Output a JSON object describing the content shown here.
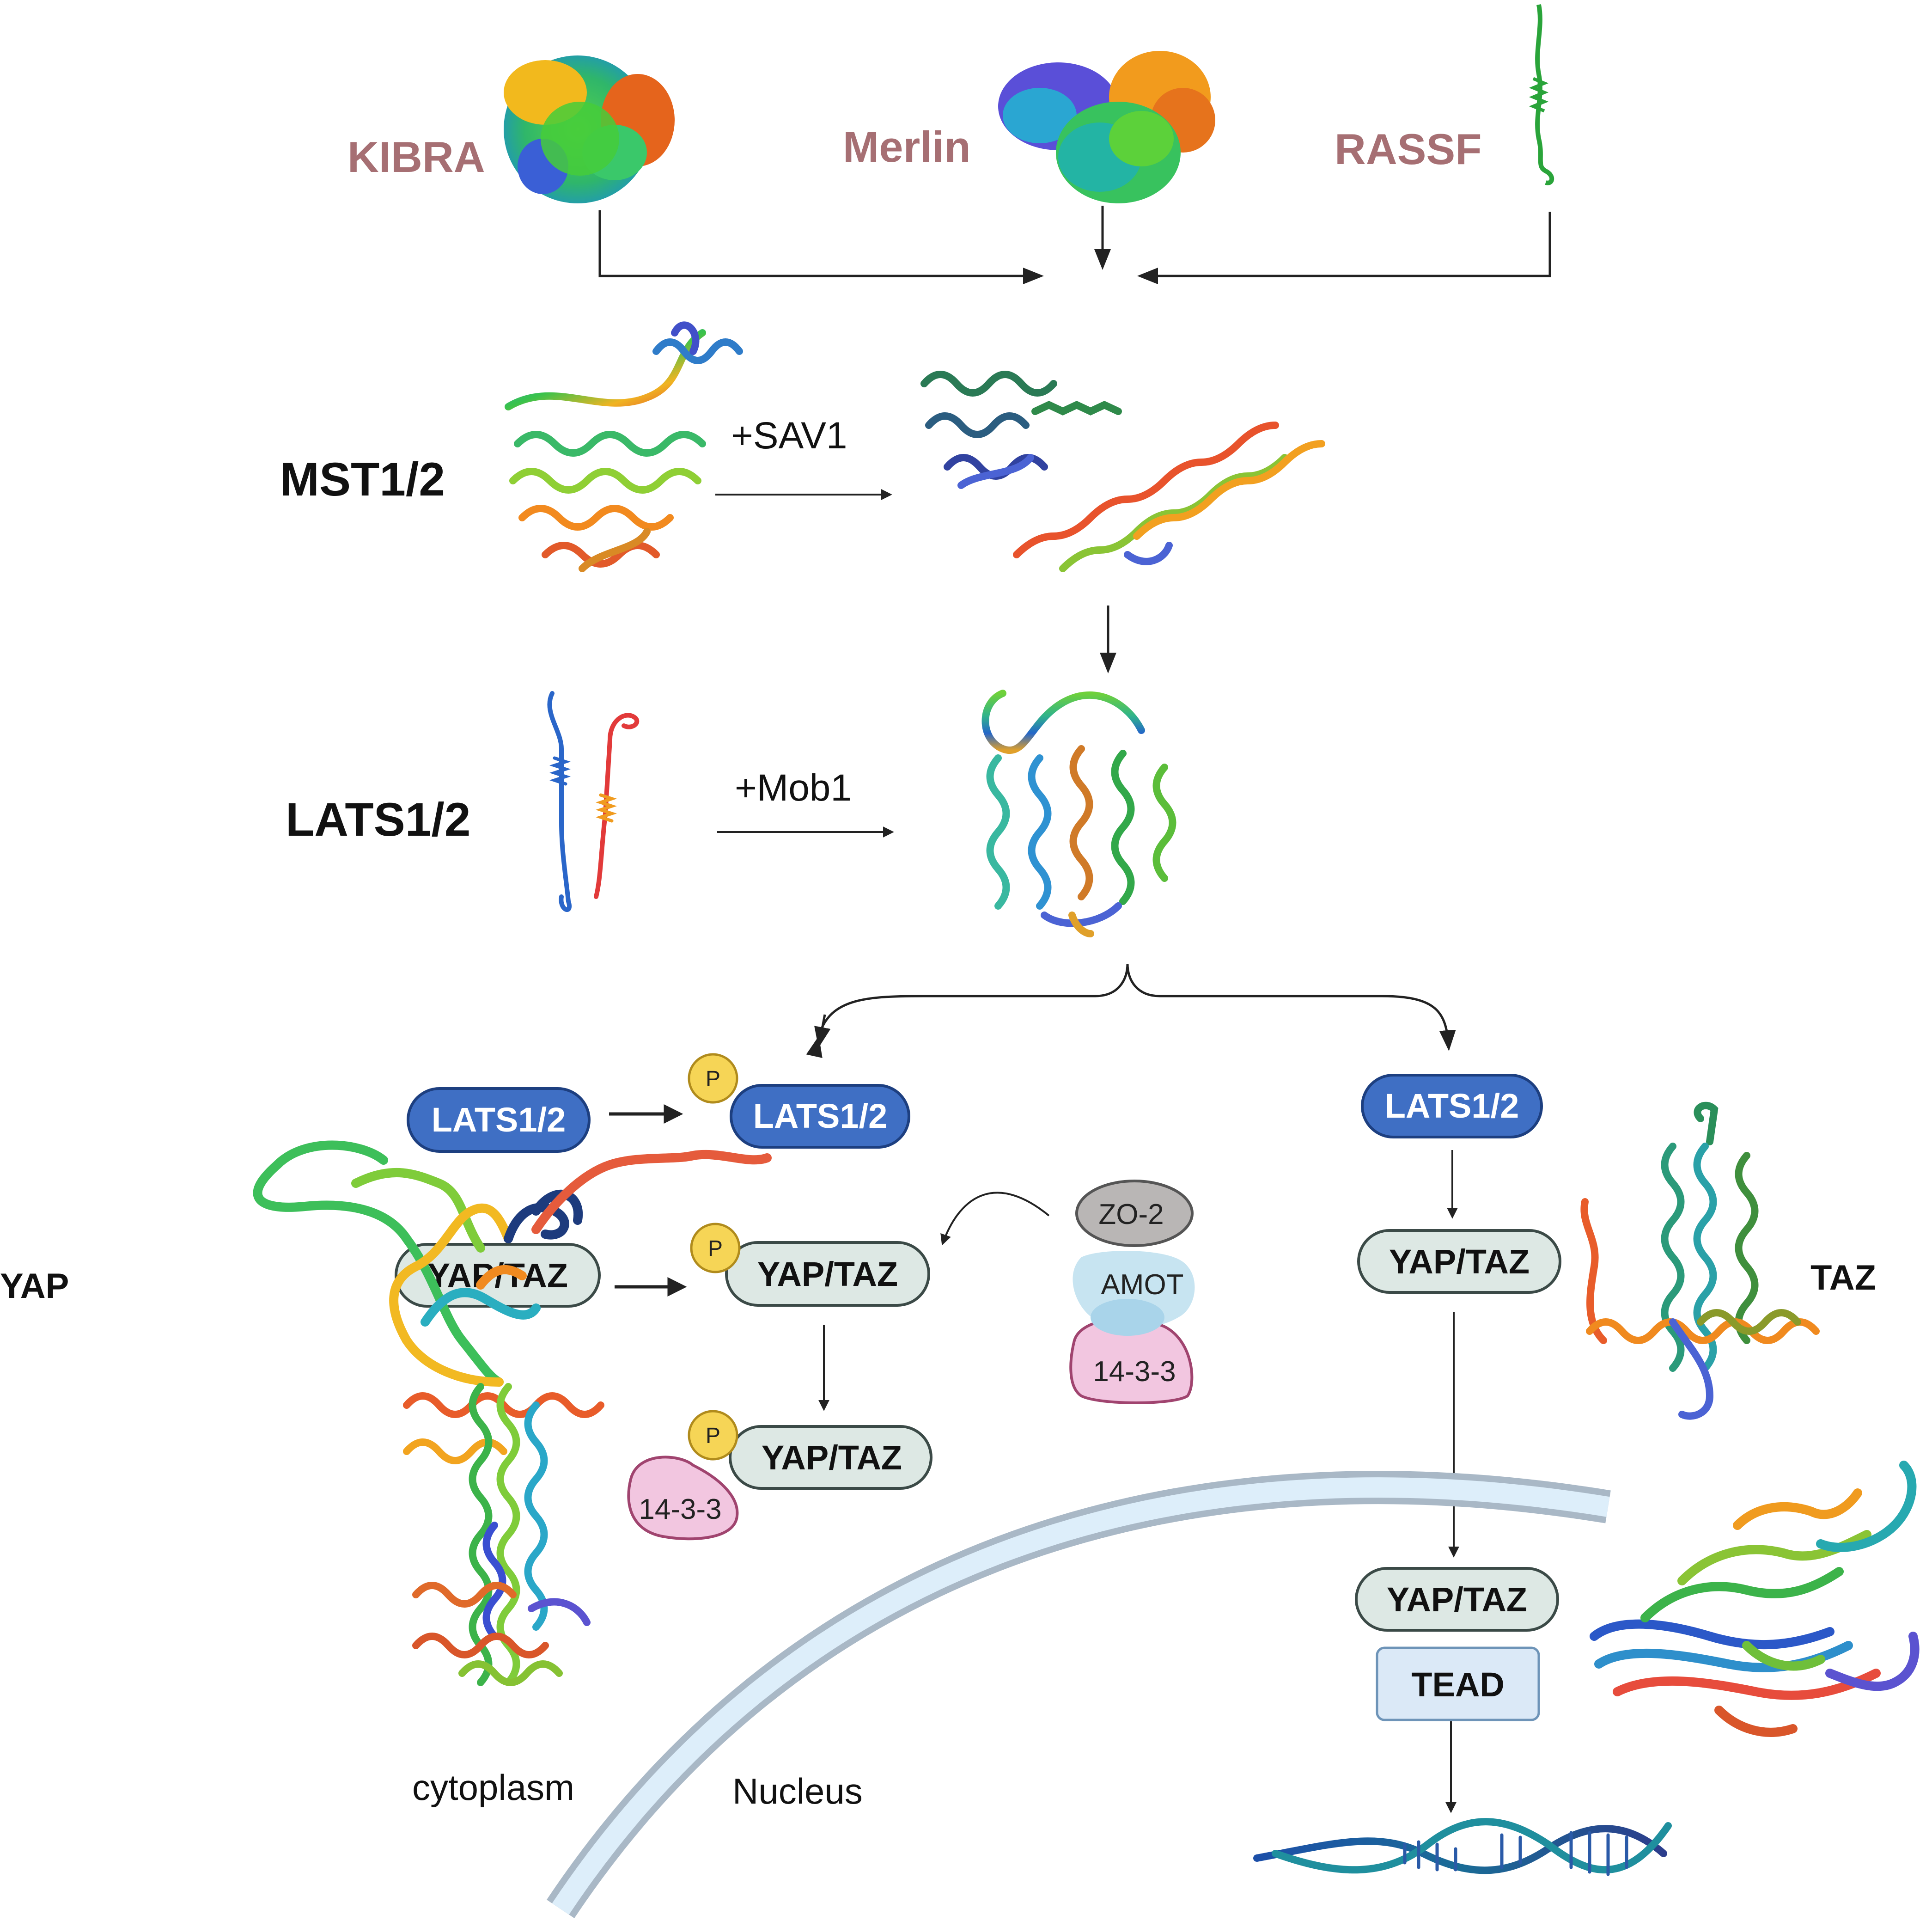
{
  "upstream": {
    "kibra": "KIBRA",
    "merlin": "Merlin",
    "rassf": "RASSF"
  },
  "kinases": {
    "mst": "MST1/2",
    "sav1": "+SAV1",
    "lats": "LATS1/2",
    "mob1": "+Mob1"
  },
  "left_branch": {
    "lats_unphos": "LATS1/2",
    "lats_phos": "LATS1/2",
    "yap_taz_unphos": "YAP/TAZ",
    "yap_taz_phos": "YAP/TAZ",
    "yap_taz_bound": "YAP/TAZ",
    "phospho_label": "P",
    "protein_1433": "14-3-3"
  },
  "complex": {
    "zo2": "ZO-2",
    "amot": "AMOT",
    "protein_1433": "14-3-3"
  },
  "right_branch": {
    "lats": "LATS1/2",
    "yap_taz_cyto": "YAP/TAZ",
    "yap_taz_nuc": "YAP/TAZ",
    "tead": "TEAD"
  },
  "side_labels": {
    "yap": "YAP",
    "taz": "TAZ"
  },
  "regions": {
    "cytoplasm": "cytoplasm",
    "nucleus": "Nucleus"
  },
  "colors": {
    "lats_fill": "#3f6fc4",
    "lats_stroke": "#1d3f80",
    "yap_fill": "#dde8e4",
    "yap_stroke": "#3b4a47",
    "phospho_fill": "#f6d556",
    "phospho_stroke": "#b08b1c",
    "pink_fill": "#f2c6e0",
    "pink_stroke": "#a0446f",
    "tead_fill": "#dbe9f7",
    "tead_stroke": "#6e94b8",
    "zo2_fill": "#b9b6b5",
    "amot_fill": "#c7e4f1",
    "membrane_outer": "#a9b8c6",
    "membrane_inner": "#ddeefa"
  }
}
